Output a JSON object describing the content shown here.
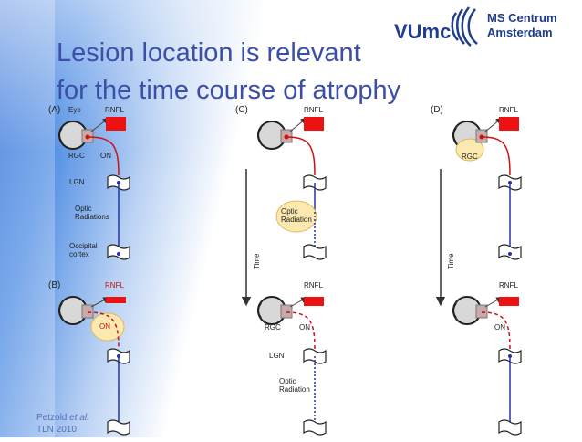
{
  "slide": {
    "title_line1": "Lesion location is relevant",
    "title_line2": "for the time course of atrophy",
    "logo": {
      "primary": "VUmc",
      "secondary_line1": "MS Centrum",
      "secondary_line2": "Amsterdam",
      "icon": "wave-logo-icon"
    },
    "citation": {
      "authors": "Petzold ",
      "etal": "et al.",
      "journal": "TLN 2010"
    }
  },
  "figure": {
    "panel_a": {
      "letter": "(A)",
      "eye": "Eye",
      "rnfl": "RNFL",
      "rgc": "RGC",
      "on": "ON",
      "lgn": "LGN",
      "optic_radiations_1": "Optic",
      "optic_radiations_2": "Radiations",
      "occipital_1": "Occipital",
      "occipital_2": "cortex"
    },
    "panel_b": {
      "letter": "(B)",
      "rnfl": "RNFL",
      "on": "ON"
    },
    "panel_c": {
      "letter": "(C)",
      "rnfl_top": "RNFL",
      "optic_radiation_1": "Optic",
      "optic_radiation_2": "Radiation",
      "time": "Time",
      "rnfl_bottom": "RNFL",
      "rgc": "RGC",
      "on": "ON",
      "lgn": "LGN",
      "optic_radiation_b1": "Optic",
      "optic_radiation_b2": "Radiation"
    },
    "panel_d": {
      "letter": "(D)",
      "rnfl_top": "RNFL",
      "rgc": "RGC",
      "time": "Time",
      "rnfl_bottom": "RNFL",
      "on": "ON"
    }
  },
  "colors": {
    "title": "#3b4fa8",
    "rnfl_block": "#ee1111",
    "axon_red": "#cc1111",
    "axon_blue": "#2233aa",
    "lesion_fill": "#fbe9b0",
    "background_gradient": "#1e63d6"
  }
}
